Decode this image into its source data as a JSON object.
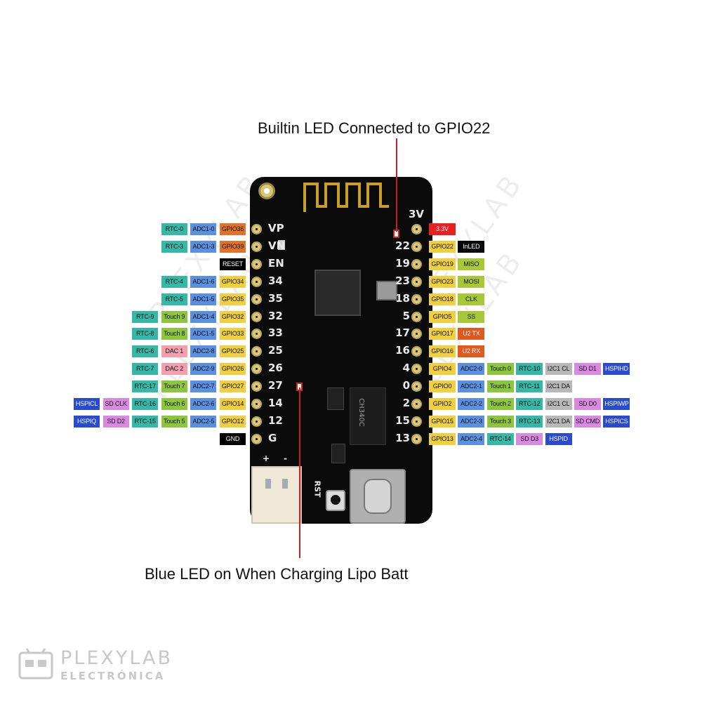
{
  "colors": {
    "rtc": "#35b8a8",
    "adc": "#5b8fe0",
    "gpio": "#f0d040",
    "gpio_input": "#e0722a",
    "touch": "#8cc63f",
    "dac": "#f2a0b0",
    "sd": "#d98ae0",
    "hspi": "#2a4ad0",
    "i2c": "#b8b8b8",
    "uart": "#e05a20",
    "spi": "#a8c838",
    "power": "#e82020",
    "black": "#000000",
    "callout_line": "#c0242b"
  },
  "callouts": {
    "top": "Builtin LED Connected to GPIO22",
    "bottom": "Blue LED on When Charging Lipo Batt"
  },
  "board": {
    "left_silk": [
      "VP",
      "VN",
      "EN",
      "34",
      "35",
      "32",
      "33",
      "25",
      "26",
      "27",
      "14",
      "12",
      "G"
    ],
    "right_silk": [
      "3V",
      "22",
      "19",
      "23",
      "18",
      "5",
      "17",
      "16",
      "4",
      "0",
      "2",
      "15",
      "13"
    ],
    "button_label": "RST",
    "chip_text": "CH340C"
  },
  "left_rows": [
    [
      "RTC-0",
      "ADC1-0",
      "GPIO36"
    ],
    [
      "RTC-3",
      "ADC1-3",
      "GPIO39"
    ],
    [
      "RESET"
    ],
    [
      "RTC-4",
      "ADC1-6",
      "GPIO34"
    ],
    [
      "RTC-5",
      "ADC1-5",
      "GPIO35"
    ],
    [
      "RTC-9",
      "Touch 9",
      "ADC1-4",
      "GPIO32"
    ],
    [
      "RTC-8",
      "Touch 8",
      "ADC1-5",
      "GPIO33"
    ],
    [
      "RTC-6",
      "DAC 1",
      "ADC2-8",
      "GPIO25"
    ],
    [
      "RTC-7",
      "DAC 2",
      "ADC2-9",
      "GPIO26"
    ],
    [
      "RTC-17",
      "Touch 7",
      "ADC2-7",
      "GPIO27"
    ],
    [
      "HSPICL",
      "SD CLK",
      "RTC-16",
      "Touch 6",
      "ADC2-6",
      "GPIO14"
    ],
    [
      "HSPIQ",
      "SD D2",
      "RTC-15",
      "Touch 5",
      "ADC2-5",
      "GPIO12"
    ],
    [
      "GND"
    ]
  ],
  "right_rows": [
    [
      "3.3V"
    ],
    [
      "GPIO22",
      "InLED"
    ],
    [
      "GPIO19",
      "MISO"
    ],
    [
      "GPIO23",
      "MOSI"
    ],
    [
      "GPIO18",
      "CLK"
    ],
    [
      "GPIO5",
      "SS"
    ],
    [
      "GPIO17",
      "U2 TX"
    ],
    [
      "GPIO16",
      "U2 RX"
    ],
    [
      "GPIO4",
      "ADC2-0",
      "Touch 0",
      "RTC-10",
      "I2C1 CL",
      "SD D1",
      "HSPIHD"
    ],
    [
      "GPIO0",
      "ADC2-1",
      "Touch 1",
      "RTC-11",
      "I2C1 DA"
    ],
    [
      "GPIO2",
      "ADC2-2",
      "Touch 2",
      "RTC-12",
      "I2C1 CL",
      "SD D0",
      "HSPIWP"
    ],
    [
      "GPIO15",
      "ADC2-3",
      "Touch 3",
      "RTC-13",
      "I2C1 DA",
      "SD CMD",
      "HSPICS"
    ],
    [
      "GPIO13",
      "ADC2-4",
      "RTC-14",
      "SD D3",
      "HSPID"
    ]
  ],
  "watermark": "PLEXYLAB",
  "logo": {
    "line1": "PLEXYLAB",
    "line2": "ELECTRÓNICA"
  }
}
